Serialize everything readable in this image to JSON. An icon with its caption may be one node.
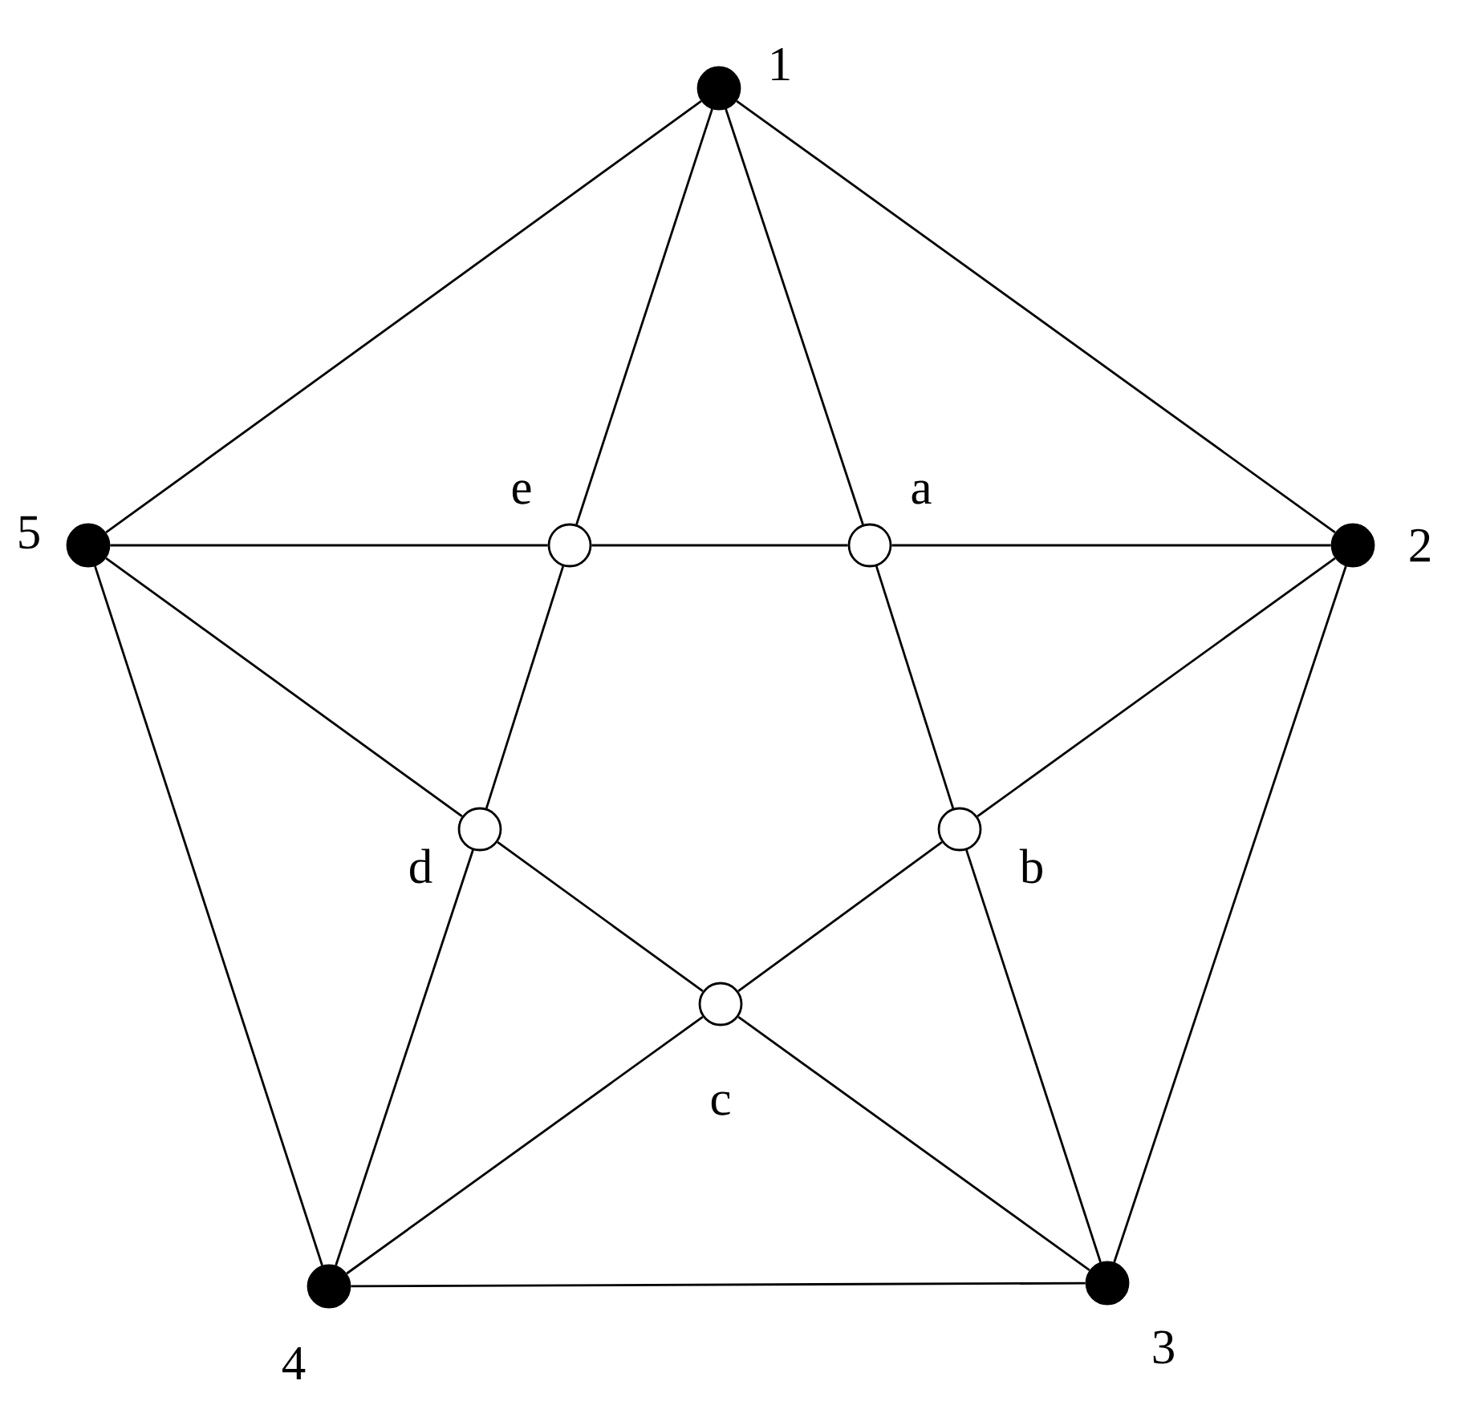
{
  "diagram": {
    "nodes": [
      {
        "text": [
          "1"
        ]
      },
      {
        "text": [
          "2"
        ]
      },
      {
        "text": [
          "3"
        ]
      },
      {
        "text": [
          "4"
        ]
      },
      {
        "text": [
          "5"
        ]
      },
      {
        "text": [
          "a"
        ]
      },
      {
        "text": [
          "b"
        ]
      },
      {
        "text": [
          "c"
        ]
      },
      {
        "text": [
          "d"
        ]
      },
      {
        "text": [
          "e"
        ]
      }
    ],
    "edges": [
      {
        "from": 0,
        "to": 1,
        "arrow": "none"
      },
      {
        "from": 1,
        "to": 2,
        "arrow": "none"
      },
      {
        "from": 2,
        "to": 3,
        "arrow": "none"
      },
      {
        "from": 3,
        "to": 4,
        "arrow": "none"
      },
      {
        "from": 4,
        "to": 0,
        "arrow": "none"
      },
      {
        "from": 4,
        "to": 9,
        "arrow": "none"
      },
      {
        "from": 9,
        "to": 5,
        "arrow": "none"
      },
      {
        "from": 5,
        "to": 1,
        "arrow": "none"
      },
      {
        "from": 0,
        "to": 5,
        "arrow": "none"
      },
      {
        "from": 5,
        "to": 6,
        "arrow": "none"
      },
      {
        "from": 6,
        "to": 2,
        "arrow": "none"
      },
      {
        "from": 0,
        "to": 9,
        "arrow": "none"
      },
      {
        "from": 9,
        "to": 8,
        "arrow": "none"
      },
      {
        "from": 8,
        "to": 3,
        "arrow": "none"
      },
      {
        "from": 1,
        "to": 6,
        "arrow": "none"
      },
      {
        "from": 6,
        "to": 7,
        "arrow": "none"
      },
      {
        "from": 7,
        "to": 3,
        "arrow": "none"
      },
      {
        "from": 4,
        "to": 8,
        "arrow": "none"
      },
      {
        "from": 8,
        "to": 7,
        "arrow": "none"
      },
      {
        "from": 7,
        "to": 2,
        "arrow": "none"
      }
    ]
  }
}
